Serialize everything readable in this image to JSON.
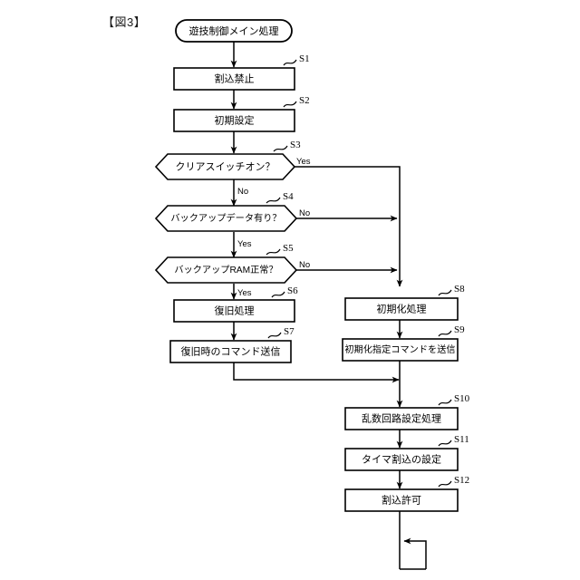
{
  "figure": {
    "title": "【図3】"
  },
  "chart_data": {
    "type": "diagram",
    "diagram_kind": "flowchart",
    "orientation": "top-to-bottom",
    "title": "【図3】",
    "nodes": [
      {
        "id": "start",
        "step": "",
        "shape": "terminal",
        "label": "遊技制御メイン処理"
      },
      {
        "id": "s1",
        "step": "S1",
        "shape": "process",
        "label": "割込禁止"
      },
      {
        "id": "s2",
        "step": "S2",
        "shape": "process",
        "label": "初期設定"
      },
      {
        "id": "s3",
        "step": "S3",
        "shape": "decision",
        "label": "クリアスイッチオン？"
      },
      {
        "id": "s4",
        "step": "S4",
        "shape": "decision",
        "label": "バックアップデータ有り？"
      },
      {
        "id": "s5",
        "step": "S5",
        "shape": "decision",
        "label": "バックアップRAM正常？"
      },
      {
        "id": "s6",
        "step": "S6",
        "shape": "process",
        "label": "復旧処理"
      },
      {
        "id": "s7",
        "step": "S7",
        "shape": "process",
        "label": "復旧時のコマンド送信"
      },
      {
        "id": "s8",
        "step": "S8",
        "shape": "process",
        "label": "初期化処理"
      },
      {
        "id": "s9",
        "step": "S9",
        "shape": "process",
        "label": "初期化指定コマンドを送信"
      },
      {
        "id": "s10",
        "step": "S10",
        "shape": "process",
        "label": "乱数回路設定処理"
      },
      {
        "id": "s11",
        "step": "S11",
        "shape": "process",
        "label": "タイマ割込の設定"
      },
      {
        "id": "s12",
        "step": "S12",
        "shape": "process",
        "label": "割込許可"
      },
      {
        "id": "loop",
        "step": "",
        "shape": "loop",
        "label": ""
      }
    ],
    "edges": [
      {
        "from": "start",
        "to": "s1",
        "label": ""
      },
      {
        "from": "s1",
        "to": "s2",
        "label": ""
      },
      {
        "from": "s2",
        "to": "s3",
        "label": ""
      },
      {
        "from": "s3",
        "to": "s4",
        "label": "No"
      },
      {
        "from": "s3",
        "to": "s8",
        "label": "Yes"
      },
      {
        "from": "s4",
        "to": "s5",
        "label": "Yes"
      },
      {
        "from": "s4",
        "to": "s8",
        "label": "No"
      },
      {
        "from": "s5",
        "to": "s6",
        "label": "Yes"
      },
      {
        "from": "s5",
        "to": "s8",
        "label": "No"
      },
      {
        "from": "s6",
        "to": "s7",
        "label": ""
      },
      {
        "from": "s7",
        "to": "s10",
        "label": ""
      },
      {
        "from": "s8",
        "to": "s9",
        "label": ""
      },
      {
        "from": "s9",
        "to": "s10",
        "label": ""
      },
      {
        "from": "s10",
        "to": "s11",
        "label": ""
      },
      {
        "from": "s11",
        "to": "s12",
        "label": ""
      },
      {
        "from": "s12",
        "to": "loop",
        "label": ""
      },
      {
        "from": "loop",
        "to": "loop",
        "label": ""
      }
    ],
    "branch_labels": {
      "yes": "Yes",
      "no": "No"
    },
    "step_labels": [
      "S1",
      "S2",
      "S3",
      "S4",
      "S5",
      "S6",
      "S7",
      "S8",
      "S9",
      "S10",
      "S11",
      "S12"
    ],
    "colors": {
      "stroke": "#000000",
      "fill": "#ffffff",
      "background": "#ffffff"
    }
  }
}
